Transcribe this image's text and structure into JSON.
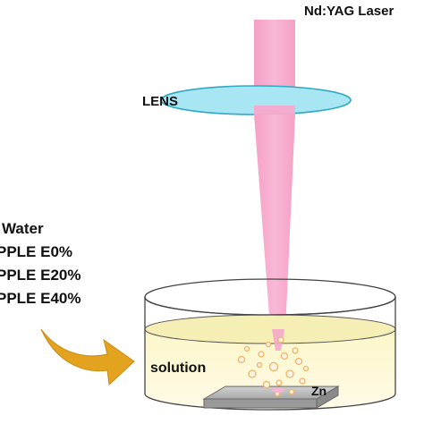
{
  "laser_label": "Nd:YAG Laser",
  "lens_label": "LENS",
  "solution_label": "solution",
  "target_label": "Zn",
  "solutions_list": [
    "Water",
    "PPLE E0%",
    "PPLE E20%",
    "PPLE E40%"
  ],
  "colors": {
    "laser_beam": "#f8a8cc",
    "lens_fill": "#a8e6f4",
    "lens_stroke": "#2aa8c2",
    "solution_fill": "#fbf7d0",
    "arrow": "#e3a31f",
    "target_metal": "#b8b8b8",
    "bubbles": "#f2b96b"
  }
}
